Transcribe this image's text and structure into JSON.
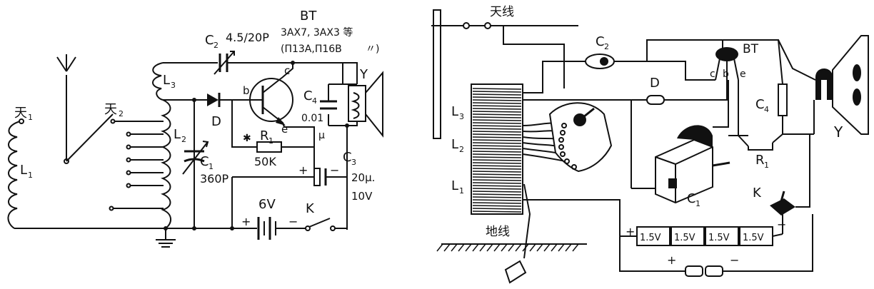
{
  "schematic": {
    "antenna1": "天",
    "antenna1_sub": "1",
    "antenna2": "天",
    "antenna2_sub": "2",
    "L1": "L",
    "L1_sub": "1",
    "L2": "L",
    "L2_sub": "2",
    "L3": "L",
    "L3_sub": "3",
    "C1": "C",
    "C1_sub": "1",
    "C1_value": "360P",
    "C2": "C",
    "C2_sub": "2",
    "C2_value": "4.5/20P",
    "D": "D",
    "transistor_title": "BT",
    "transistor_models": "3AX7, 3AX3 等",
    "transistor_alt": "(П13A,П16B",
    "transistor_alt_end": "〃)",
    "pin_b": "b",
    "pin_c": "c",
    "pin_e": "e",
    "C4": "C",
    "C4_sub": "4",
    "C4_value1": "0.01",
    "C4_value2": "μ",
    "R1_mark": "✱",
    "R1": "R",
    "R1_sub": "1",
    "R1_value": "50K",
    "C3": "C",
    "C3_sub": "3",
    "C3_value1": "20μ.",
    "C3_value2": "10V",
    "plus": "+",
    "minus": "−",
    "battery_label": "6V",
    "switch_label": "K",
    "speaker_label": "Y"
  },
  "wiring": {
    "antenna": "天线",
    "ground": "地线",
    "L1": "L",
    "L1_sub": "1",
    "L2": "L",
    "L2_sub": "2",
    "L3": "L",
    "L3_sub": "3",
    "C2": "C",
    "C2_sub": "2",
    "BT": "BT",
    "pin_c": "c",
    "pin_b": "b",
    "pin_e": "e",
    "D": "D",
    "C4": "C",
    "C4_sub": "4",
    "R1": "R",
    "R1_sub": "1",
    "C1": "C",
    "C1_sub": "1",
    "K": "K",
    "Y": "Y",
    "cells": [
      "1.5V",
      "1.5V",
      "1.5V",
      "1.5V"
    ],
    "plus": "+",
    "minus": "−"
  }
}
